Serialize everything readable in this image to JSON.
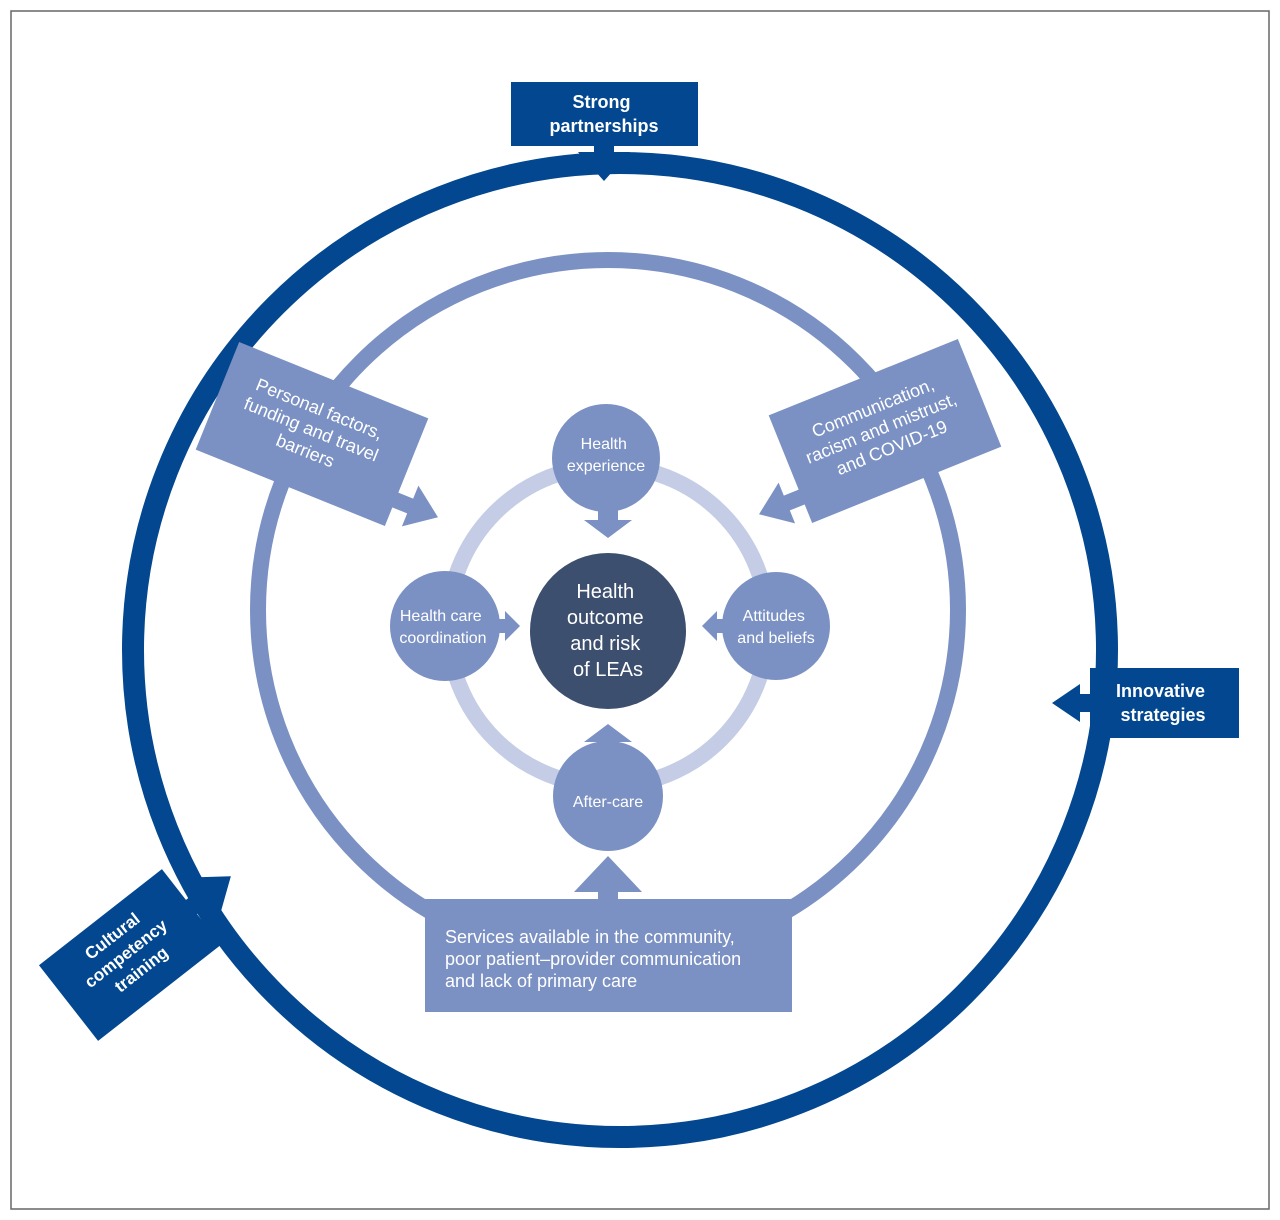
{
  "colors": {
    "dark_blue": "#02478f",
    "mid_blue": "#7b91c3",
    "light_blue": "#c4cde5",
    "center_navy": "#3d4f6e",
    "frame": "#666666",
    "text_on_fill": "#ffffff"
  },
  "outer_ring": {
    "strong_partnerships": [
      "Strong",
      "partnerships"
    ],
    "innovative_strategies": [
      "Innovative",
      "strategies"
    ],
    "cultural_competency_training": [
      "Cultural",
      "competency",
      "training"
    ]
  },
  "middle_ring": {
    "personal_factors": [
      "Personal factors,",
      "funding and travel",
      "barriers"
    ],
    "communication": [
      "Communication,",
      "racism and mistrust,",
      "and COVID-19"
    ],
    "services": [
      "Services available in the community,",
      "poor patient–provider communication",
      "and lack of primary care"
    ]
  },
  "inner_ring": {
    "health_experience": [
      "Health",
      "experience"
    ],
    "health_care_coordination": [
      "Health care",
      "coordination"
    ],
    "attitudes_beliefs": [
      "Attitudes",
      "and beliefs"
    ],
    "after_care": [
      "After-care"
    ]
  },
  "center": [
    "Health",
    "outcome",
    "and risk",
    "of LEAs"
  ]
}
